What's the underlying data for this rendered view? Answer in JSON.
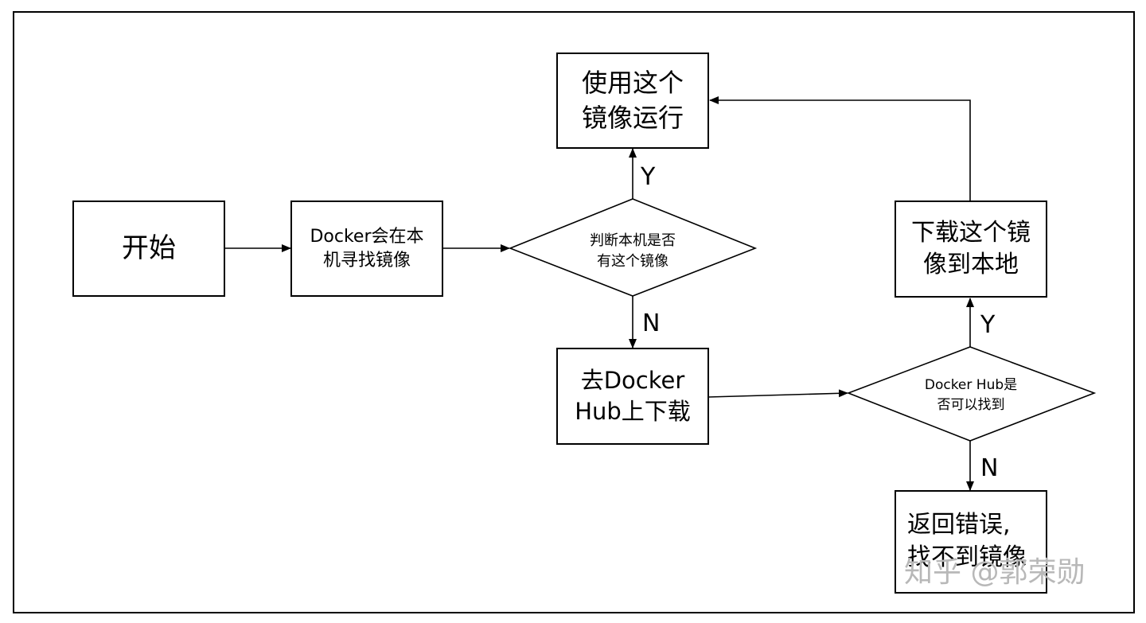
{
  "nodes": {
    "start": {
      "text": "开始"
    },
    "search_local": {
      "line1": "Docker会在本",
      "line2": "机寻找镜像"
    },
    "check_local": {
      "line1": "判断本机是否",
      "line2": "有这个镜像"
    },
    "run_image": {
      "line1": "使用这个",
      "line2": "镜像运行"
    },
    "download_hub": {
      "line1": "去Docker",
      "line2": "Hub上下载"
    },
    "check_hub": {
      "line1": "Docker Hub是",
      "line2": "否可以找到"
    },
    "download_local": {
      "line1": "下载这个镜",
      "line2": "像到本地"
    },
    "error": {
      "line1": "返回错误,",
      "line2": "找不到镜像"
    }
  },
  "edge_labels": {
    "local_yes": "Y",
    "local_no": "N",
    "hub_yes": "Y",
    "hub_no": "N"
  },
  "watermark": "知乎 @郭荣勋"
}
